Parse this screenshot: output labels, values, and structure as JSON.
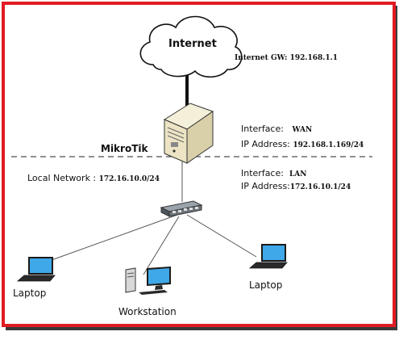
{
  "internet": {
    "label": "Internet",
    "gateway_label": "Internet GW: 192.168.1.1"
  },
  "router": {
    "name": "MikroTik",
    "wan": {
      "interface_label": "Interface:",
      "interface_value": "WAN",
      "ip_label": "IP Address:",
      "ip_value": "192.168.1.169/24"
    },
    "lan": {
      "interface_label": "Interface:",
      "interface_value": "LAN",
      "ip_label": "IP Address:",
      "ip_value": "172.16.10.1/24"
    }
  },
  "local_network": {
    "label": "Local Network :",
    "value": "172.16.10.0/24"
  },
  "devices": {
    "laptop_left": "Laptop",
    "workstation": "Workstation",
    "laptop_right": "Laptop"
  },
  "colors": {
    "frame_border": "#e01b22",
    "frame_shadow": "#3a3a3a",
    "device_screen": "#3fa8e8"
  }
}
